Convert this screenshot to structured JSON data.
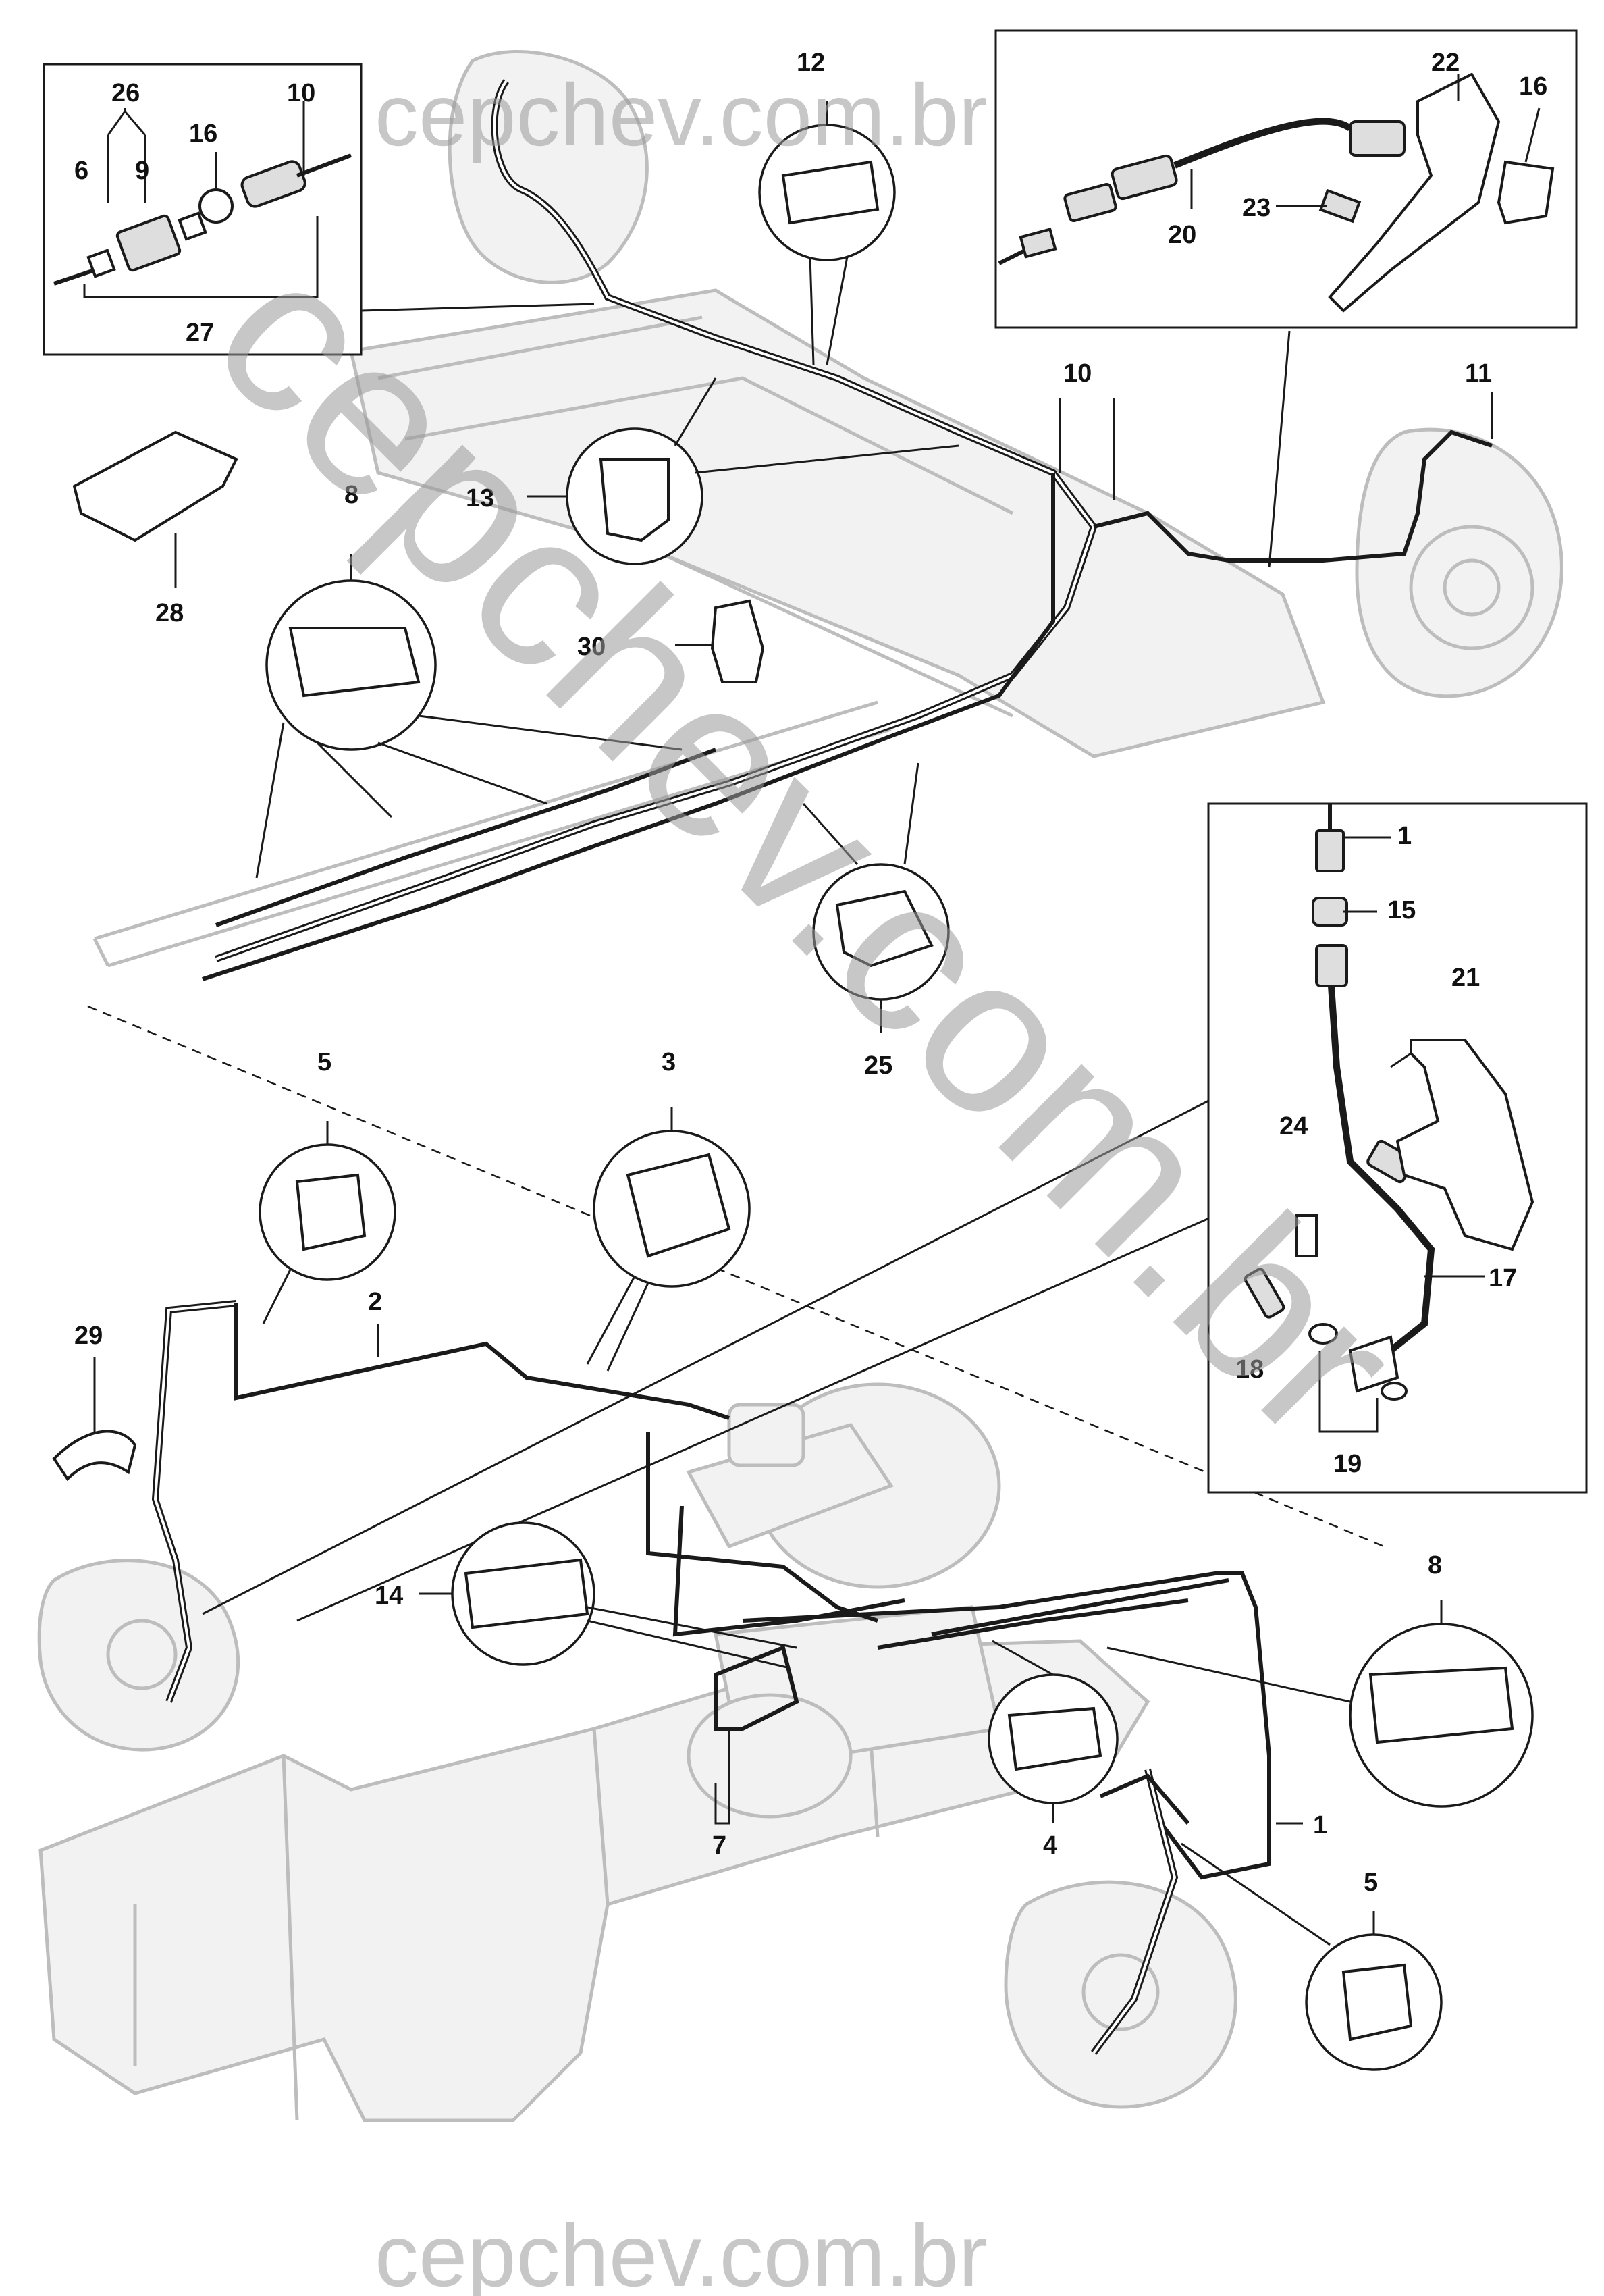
{
  "watermark": {
    "top": "cepchev.com.br",
    "bottom": "cepchev.com.br",
    "diagonal": "cepchev.com.br"
  },
  "callouts": {
    "c1a": "1",
    "c1b": "1",
    "c2": "2",
    "c3": "3",
    "c4": "4",
    "c5a": "5",
    "c5b": "5",
    "c6": "6",
    "c7": "7",
    "c8a": "8",
    "c8b": "8",
    "c9": "9",
    "c10a": "10",
    "c10b": "10",
    "c11": "11",
    "c12": "12",
    "c13": "13",
    "c14": "14",
    "c15": "15",
    "c16a": "16",
    "c16b": "16",
    "c17": "17",
    "c18": "18",
    "c19": "19",
    "c20": "20",
    "c21": "21",
    "c22": "22",
    "c23": "23",
    "c24": "24",
    "c25": "25",
    "c26": "26",
    "c27": "27",
    "c28": "28",
    "c29": "29",
    "c30": "30"
  }
}
